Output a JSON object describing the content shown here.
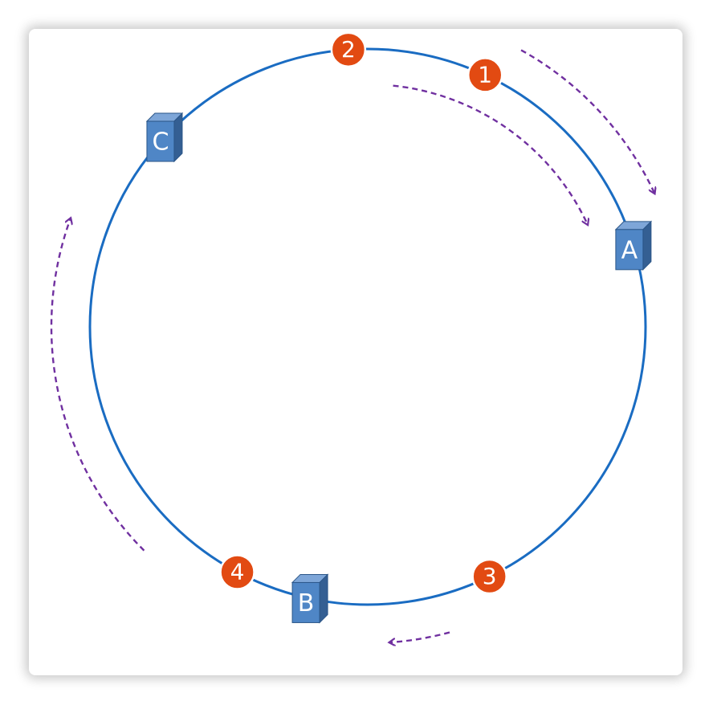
{
  "diagram": {
    "colors": {
      "ring": "#1a6cc2",
      "server_front": "#4f86c6",
      "server_top": "#7ea6d8",
      "server_side": "#345f93",
      "server_border": "#2b5688",
      "key_fill": "#e24a12",
      "key_border": "#ffffff",
      "arrow": "#7030a0",
      "label": "#ffffff"
    },
    "servers": [
      {
        "id": "A",
        "label": "A",
        "angle_deg": -17
      },
      {
        "id": "B",
        "label": "B",
        "angle_deg": 102
      },
      {
        "id": "C",
        "label": "C",
        "angle_deg": 223
      }
    ],
    "keys": [
      {
        "id": "k1",
        "label": "1",
        "angle_deg": -65
      },
      {
        "id": "k2",
        "label": "2",
        "angle_deg": -94
      },
      {
        "id": "k3",
        "label": "3",
        "angle_deg": 64
      },
      {
        "id": "k4",
        "label": "4",
        "angle_deg": 118
      }
    ],
    "arrows": [
      {
        "id": "arrow-k1-to-a",
        "from_angle_deg": -61,
        "to_angle_deg": -25
      },
      {
        "id": "arrow-k2-to-a",
        "from_angle_deg": -84,
        "to_angle_deg": -25
      },
      {
        "id": "arrow-k3-to-b",
        "from_angle_deg": 75,
        "to_angle_deg": 86
      },
      {
        "id": "arrow-k4-to-c",
        "from_angle_deg": 135,
        "to_angle_deg": 200
      }
    ]
  }
}
